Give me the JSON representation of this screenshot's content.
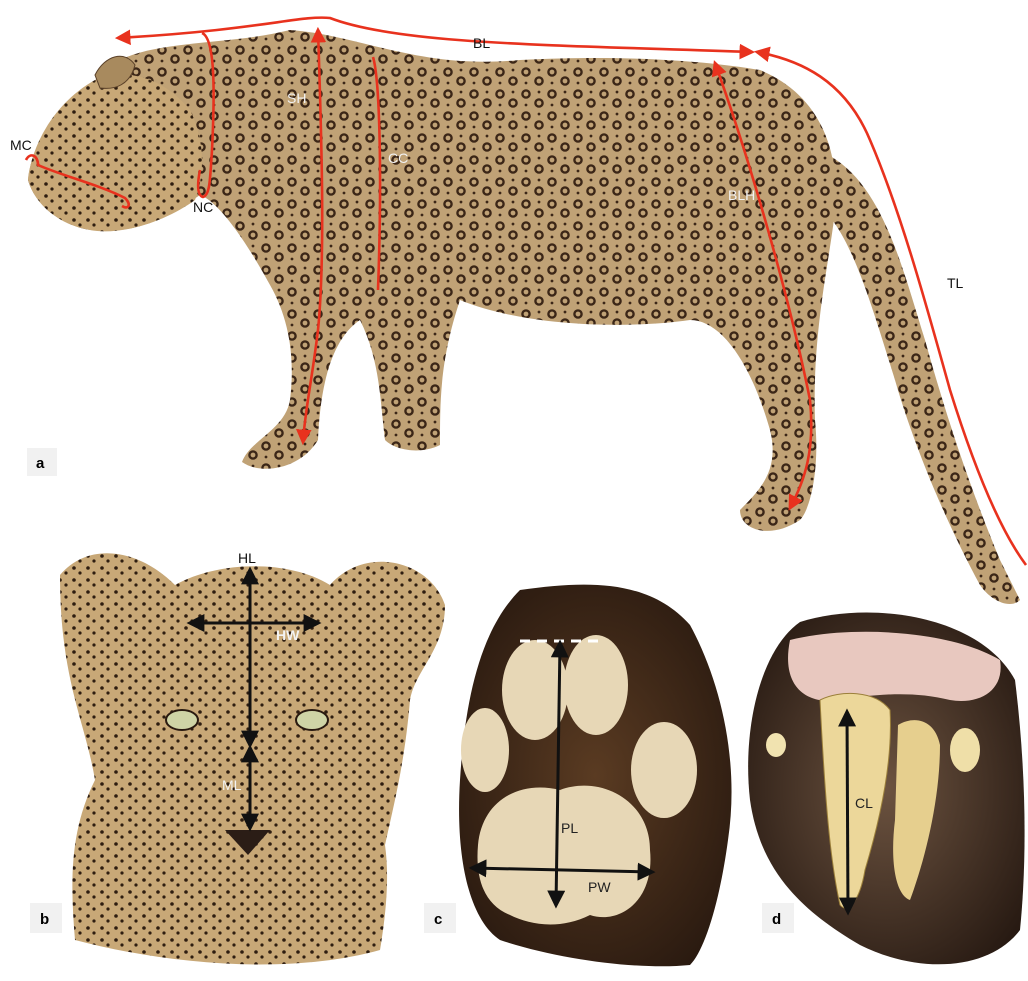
{
  "colors": {
    "measure_line": "#e8321e",
    "arrow_black": "#111111",
    "leopard_body": "#b79a6c",
    "leopard_spot": "#3b2617",
    "paw_fur": "#3a271a",
    "paw_pad": "#e7d7b6",
    "gum": "#e8c8bf",
    "tooth": "#ecd79a"
  },
  "panels": {
    "a": {
      "letter": "a",
      "labels": {
        "MC": "MC",
        "NC": "NC",
        "SH": "SH",
        "CC": "CC",
        "BL": "BL",
        "BLH": "BLH",
        "TL": "TL"
      }
    },
    "b": {
      "letter": "b",
      "labels": {
        "HL": "HL",
        "HW": "HW",
        "ML": "ML"
      }
    },
    "c": {
      "letter": "c",
      "labels": {
        "PL": "PL",
        "PW": "PW"
      }
    },
    "d": {
      "letter": "d",
      "labels": {
        "CL": "CL"
      }
    }
  }
}
